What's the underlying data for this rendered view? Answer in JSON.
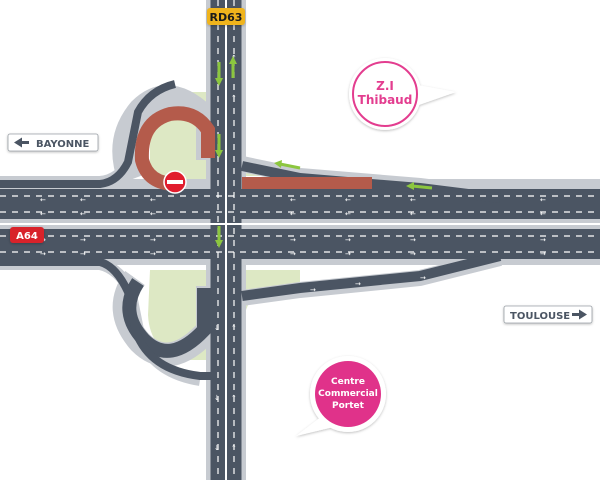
{
  "signs": {
    "rd63": "RD63",
    "bayonne": "BAYONNE",
    "a64": "A64",
    "toulouse": "TOULOUSE",
    "zi_line1": "Z.I",
    "zi_line2": "Thibaud",
    "cc_line1": "Centre",
    "cc_line2": "Commercial",
    "cc_line3": "Portet"
  },
  "colors": {
    "road": "#4b5563",
    "road_border": "#c7cbd1",
    "green_area": "#dde8c4",
    "closed_route": "#b45b4b",
    "lane_marking": "#ffffff",
    "traffic_arrow": "#8cc63f",
    "rd63_sign": "#f0b41c",
    "a64_sign": "#d8232a",
    "direction_sign": "#4b5563",
    "zi_bubble_ring": "#e33d8f",
    "cc_bubble": "#e0338a",
    "no_entry": "#e11d2e"
  }
}
